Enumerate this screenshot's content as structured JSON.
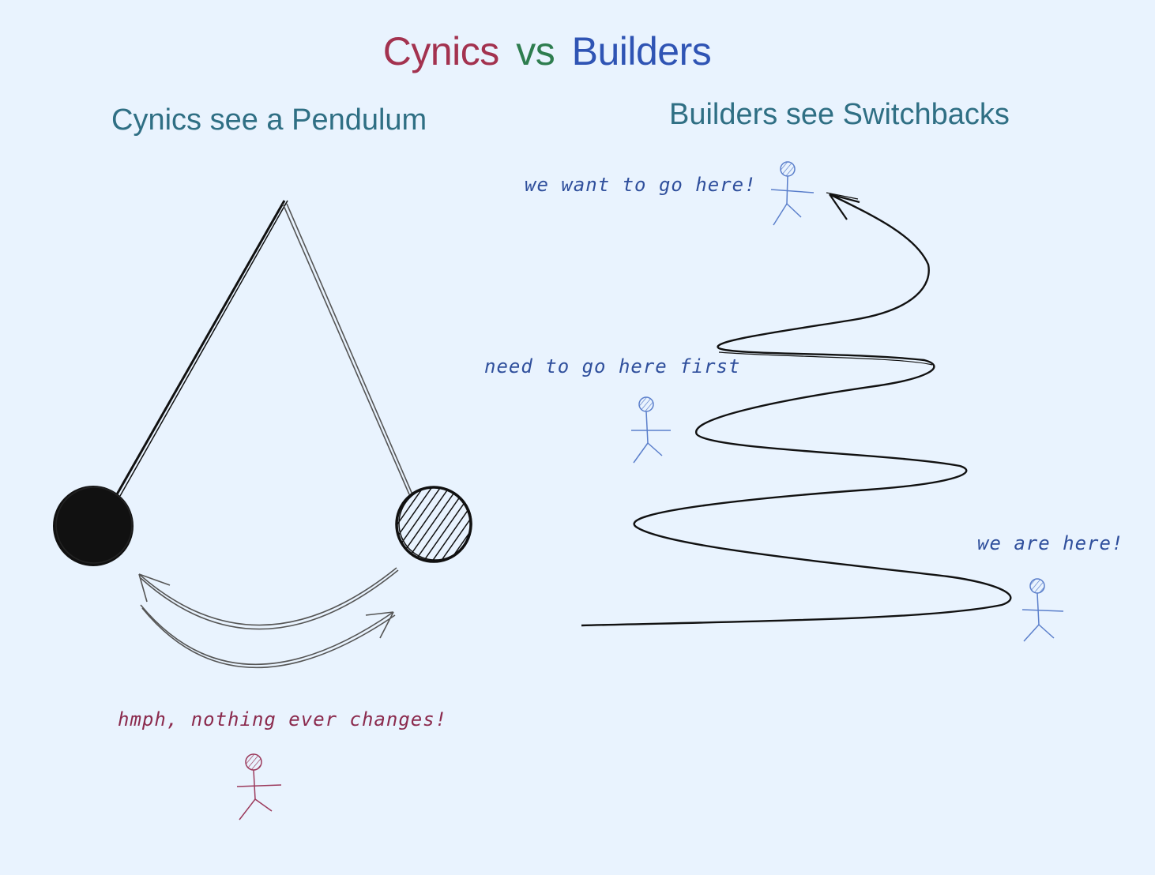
{
  "title": {
    "left": "Cynics",
    "middle": "vs",
    "right": "Builders"
  },
  "left_panel": {
    "heading": "Cynics see a Pendulum",
    "caption": "hmph, nothing ever changes!"
  },
  "right_panel": {
    "heading": "Builders see Switchbacks",
    "label_goal": "we want to go here!",
    "label_first": "need to go here first",
    "label_now": "we are here!"
  },
  "colors": {
    "background": "#e9f3fe",
    "cynics": "#a3324f",
    "vs": "#2e7d4f",
    "builders": "#2f54b4",
    "heading": "#2f6f84",
    "stick_figure_blue": "#5b7fcb",
    "stick_figure_red": "#9c3a5c"
  },
  "icons": [
    "pendulum-bob-solid-icon",
    "pendulum-bob-hatched-icon",
    "swing-arrow-icon",
    "switchback-path-icon",
    "stick-figure-icon"
  ]
}
